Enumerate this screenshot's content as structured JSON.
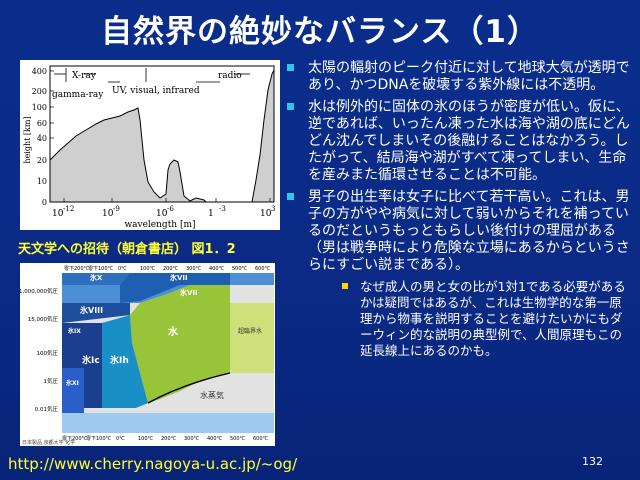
{
  "slide": {
    "title": "自然界の絶妙なバランス（1）",
    "url": "http://www.cherry.nagoya-u.ac.jp/~og/",
    "page_number": "132",
    "caption1": "天文学への招待（朝倉書店） 図1．2"
  },
  "figure1": {
    "yaxis_label": "height [km]",
    "yticks": [
      "400",
      "200",
      "100",
      "60",
      "40",
      "20",
      "10",
      "0"
    ],
    "xaxis_label": "wavelength [m]",
    "xticks": [
      "10",
      "10",
      "10",
      "1",
      "10"
    ],
    "xtick_exps": [
      "-12",
      "-9",
      "-6",
      "-3",
      "3"
    ],
    "bands": {
      "xray": "X-ray",
      "gamma": "gamma-ray",
      "uv": "UV, visual, infrared",
      "radio": "radio"
    }
  },
  "figure2": {
    "top_temps": [
      "零下200℃",
      "零下100℃",
      "0℃",
      "100℃",
      "200℃",
      "300℃",
      "400℃",
      "500℃",
      "600℃"
    ],
    "bottom_temps": [
      "零下200℃",
      "零下100℃",
      "0℃",
      "100℃",
      "200℃",
      "300℃",
      "400℃",
      "500℃",
      "600℃"
    ],
    "pressures": [
      "1,000,000気圧",
      "15,000気圧",
      "100気圧",
      "1気圧",
      "0.01気圧"
    ],
    "regions": {
      "ice_x": "氷X",
      "ice_vii": "氷VII",
      "ice_viii": "氷VIII",
      "ice_ix": "氷IX",
      "ice_ic": "氷Ic",
      "ice_ih": "氷Ih",
      "ice_xi": "氷XI",
      "water": "水",
      "vapor": "水蒸気",
      "supercritical": "超臨界水"
    },
    "credit": "日本製品 京都大学 化学"
  },
  "bullets": [
    "太陽の輻射のピーク付近に対して地球大気が透明であり、かつDNAを破壊する紫外線には不透明。",
    "水は例外的に固体の氷のほうが密度が低い。仮に、逆であれば、いったん凍った水は海や湖の底にどんどん沈んでしまいその後融けることはなかろう。したがって、結局海や湖がすべて凍ってしまい、生命を産みまた循環させることは不可能。",
    "男子の出生率は女子に比べて若干高い。これは、男子の方がやや病気に対して弱いからそれを補っているのだというもっともらしい後付けの理屈がある（男は戦争時により危険な立場にあるからというさらにすごい説まである）。"
  ],
  "sub_bullet": "なぜ成人の男と女の比が1対1である必要があるかは疑問ではあるが、これは生物学的な第一原理から物事を説明することを避けたいかにもダーウィン的な説明の典型例で、人間原理もこの延長線上にあるのかも。"
}
